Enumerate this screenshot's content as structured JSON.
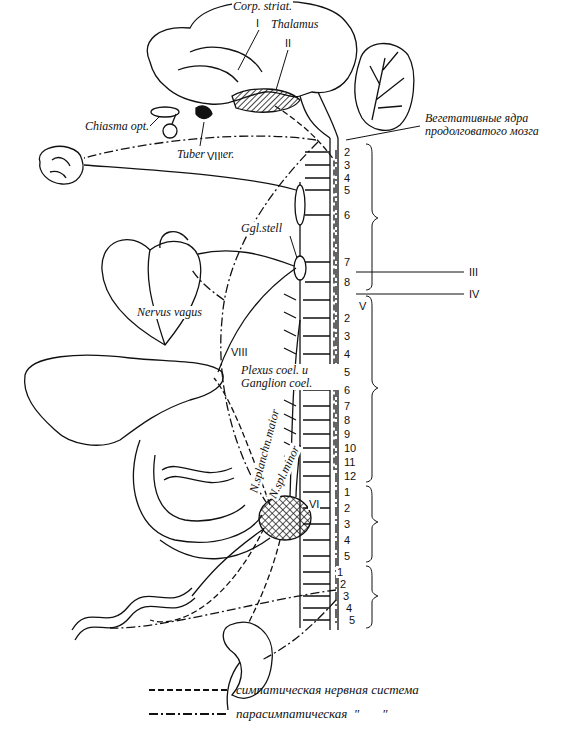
{
  "diagram": {
    "labels": [
      "Corp. striat.",
      "I",
      "Thalamus",
      "II",
      "Chiasma opt.",
      "Tuber ciner.",
      "Вегетативные ядра продолговатого мозга",
      "VII",
      "2",
      "3",
      "4",
      "5",
      "6",
      "7",
      "III",
      "8",
      "IV",
      "V",
      "Ggl.stell",
      "Nervus vagus",
      "2",
      "3",
      "4",
      "5",
      "6",
      "7",
      "8",
      "9",
      "10",
      "11",
      "12",
      "VIII",
      "Plexus coel. u Ganglion coel.",
      "N.splanchn.maior",
      "N.spl.minor",
      "VI",
      "1",
      "2",
      "3",
      "4",
      "5",
      "1",
      "2",
      "3",
      "4",
      "5"
    ],
    "legend": [
      {
        "text": "симпатическая нервная система"
      },
      {
        "text": "парасимпатическая  \"       \""
      }
    ]
  }
}
